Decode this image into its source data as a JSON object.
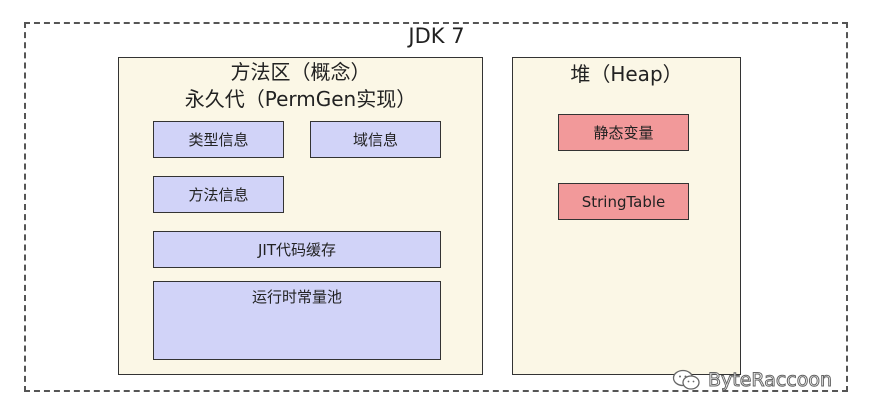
{
  "jdk": {
    "title": "JDK 7"
  },
  "method_area": {
    "title_line1": "方法区（概念）",
    "title_line2": "永久代（PermGen实现）",
    "boxes": {
      "type_info": "类型信息",
      "field_info": "域信息",
      "method_info": "方法信息",
      "jit_cache": "JIT代码缓存",
      "runtime_pool": "运行时常量池"
    }
  },
  "heap": {
    "title": "堆（Heap）",
    "boxes": {
      "static_vars": "静态变量",
      "string_table": "StringTable"
    }
  },
  "colors": {
    "outer_border": "#555555",
    "panel_bg": "#fbf7e6",
    "blue_box": "#d1d3f8",
    "red_box": "#f2999a"
  },
  "watermark": {
    "text": "ByteRaccoon",
    "icon": "wechat-icon"
  }
}
